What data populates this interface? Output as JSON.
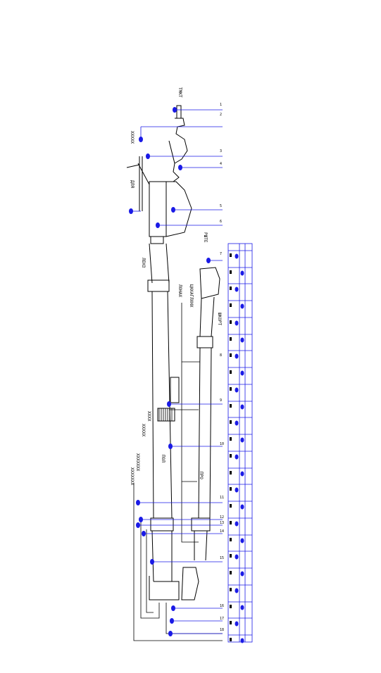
{
  "drawing": {
    "line_color": "#000000",
    "callout_color": "#1a1ae6",
    "marker_color": "#1a1ae6",
    "background": "#ffffff"
  },
  "labels": {
    "top_right": "ТМКТ",
    "top_left": "ХХХХХ",
    "upper_left_small": "ДЛЯ",
    "main_upper": "ЛЕНЗ",
    "side_right_top": "РШТЕ",
    "middle_vertical_left": "ЛОНАХ",
    "middle_vertical_long": "ЦНХАГЛХНХ",
    "right_bottom_vertical": "ШКОРТ",
    "lower_left_1": "ХХХХХХХ",
    "lower_left_2": "ХХХХХХХ",
    "lower_left_3": "ХХХХХ",
    "lower_left_4": "ХХХХ",
    "lower_center": "ПОЛ",
    "lower_right_small": "ПРО"
  },
  "table": {
    "rows": 24,
    "columns": 3
  }
}
